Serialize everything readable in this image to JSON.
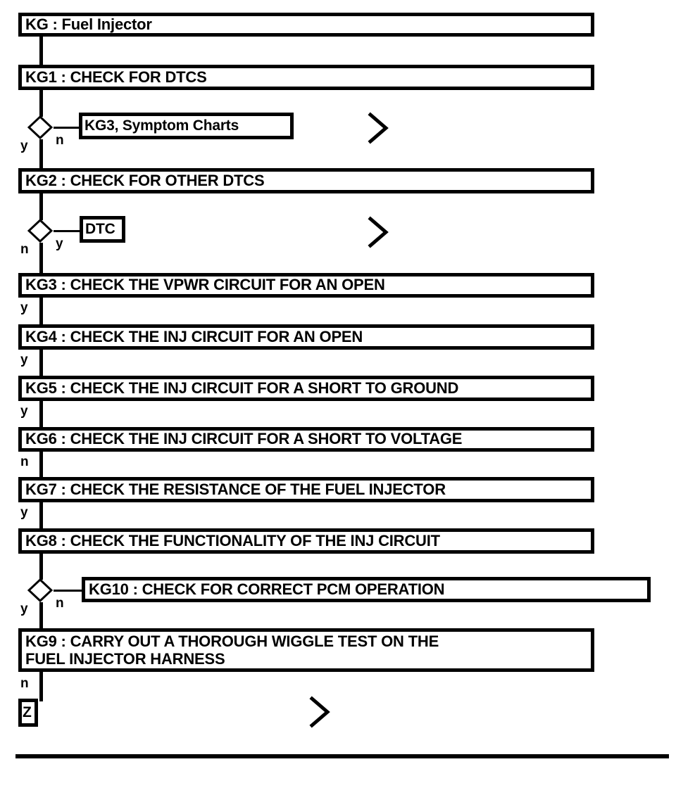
{
  "diagram": {
    "kind": "flowchart",
    "title": "KG : Fuel Injector",
    "steps": [
      {
        "id": "KG1",
        "label": "KG1 : CHECK FOR DTCS"
      },
      {
        "id": "KG2",
        "label": "KG2 : CHECK FOR OTHER DTCS"
      },
      {
        "id": "KG3",
        "label": "KG3 : CHECK THE VPWR CIRCUIT FOR AN OPEN"
      },
      {
        "id": "KG4",
        "label": "KG4 : CHECK THE INJ CIRCUIT FOR AN OPEN"
      },
      {
        "id": "KG5",
        "label": "KG5 : CHECK THE INJ CIRCUIT FOR A SHORT TO GROUND"
      },
      {
        "id": "KG6",
        "label": "KG6 : CHECK THE INJ CIRCUIT FOR A SHORT TO VOLTAGE"
      },
      {
        "id": "KG7",
        "label": "KG7 : CHECK THE RESISTANCE OF THE FUEL INJECTOR"
      },
      {
        "id": "KG8",
        "label": "KG8 : CHECK THE FUNCTIONALITY OF THE INJ CIRCUIT"
      },
      {
        "id": "KG10",
        "label": "KG10 : CHECK FOR CORRECT PCM OPERATION"
      },
      {
        "id": "KG9",
        "label": "KG9 : CARRY OUT A THOROUGH WIGGLE TEST ON THE\nFUEL INJECTOR HARNESS"
      }
    ],
    "refs": [
      {
        "id": "ref-symptom-charts",
        "label": "KG3, Symptom Charts"
      },
      {
        "id": "ref-dtc",
        "label": "DTC"
      },
      {
        "id": "ref-z",
        "label": "Z"
      }
    ],
    "edge_labels": {
      "d1_yes": "y",
      "d1_no": "n",
      "d2_no": "n",
      "d2_yes": "y",
      "kg3_out": "y",
      "kg4_out": "y",
      "kg5_out": "y",
      "kg6_out": "n",
      "kg7_out": "y",
      "d3_yes": "y",
      "d3_no": "n",
      "kg9_out": "n"
    },
    "markers": {
      "chevron": "chevron-right",
      "chevron_count": 3
    },
    "colors": {
      "stroke": "#000000",
      "fill": "#ffffff",
      "text": "#000000"
    }
  }
}
